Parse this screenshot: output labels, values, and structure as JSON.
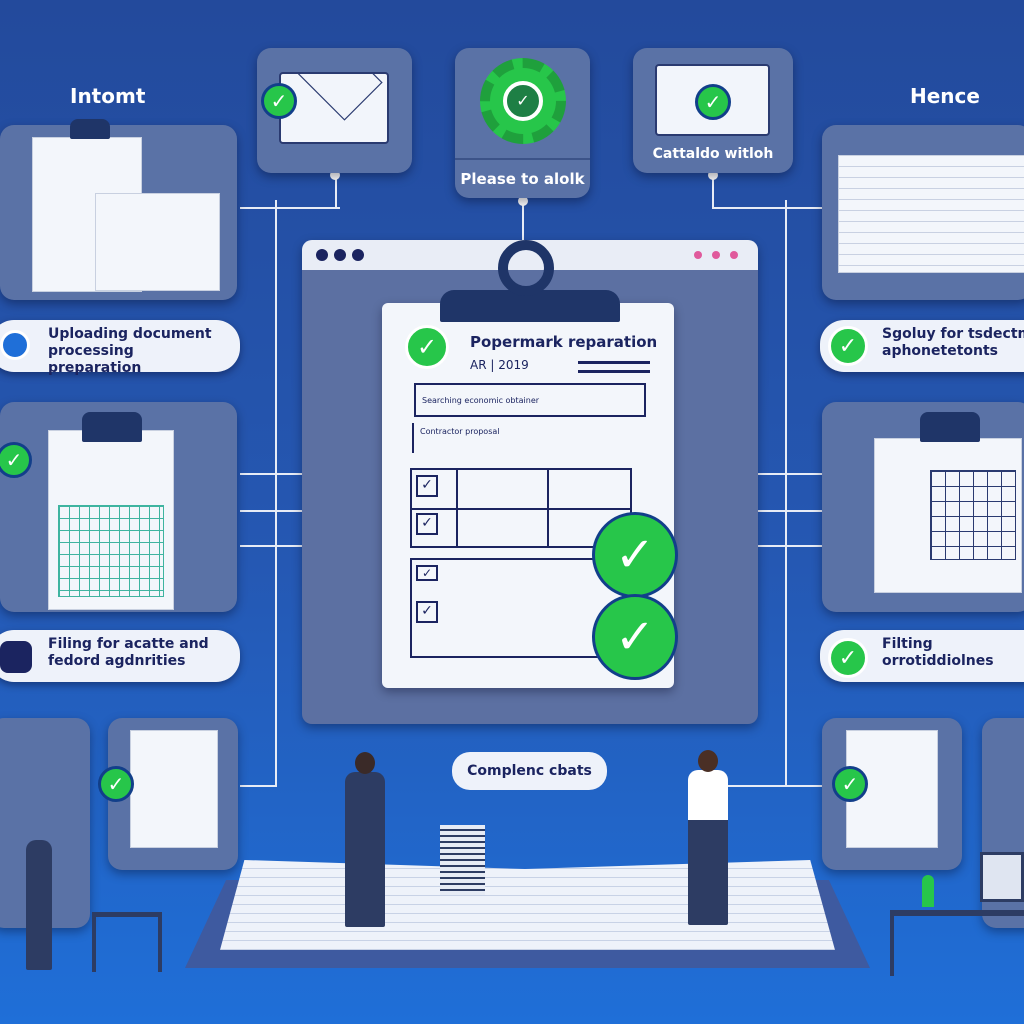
{
  "labels": {
    "top_left": "Intomt",
    "top_right": "Hence"
  },
  "cards": {
    "gear_caption": "Please to alolk",
    "envelope_caption": "Cattaldo witloh"
  },
  "main_document": {
    "title": "Popermark reparation",
    "subtitle": "AR | 2019",
    "field_1": "Searching economic obtainer",
    "field_2": "Contractor proposal"
  },
  "pills": [
    {
      "text": "Uploading document processing preparation"
    },
    {
      "text": "Sgoluy for tsdectm aphonetetonts"
    },
    {
      "text": "Filing for acatte and fedord agdnrities"
    },
    {
      "text": "Filting orrotiddiolnes"
    }
  ],
  "speech_bubble": "Complenc cbats",
  "colors": {
    "accent_green": "#27c64a",
    "background": "#2558b3",
    "panel": "#5a72a6",
    "navy": "#1b2460"
  }
}
